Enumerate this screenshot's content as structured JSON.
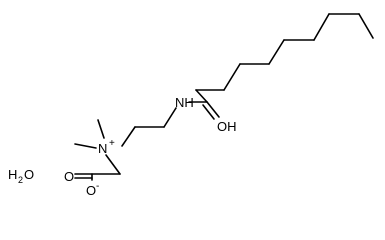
{
  "structure": {
    "water": {
      "symbol": "H",
      "subscript": "2",
      "tail": "O"
    },
    "ammonium": {
      "symbol": "N",
      "charge": "+"
    },
    "amide_nitrogen": {
      "symbol": "N",
      "attached": "H"
    },
    "amide_oxygen": {
      "symbol": "O",
      "attached": "H"
    },
    "carboxylate_oxygen_double": {
      "symbol": "O"
    },
    "carboxylate_oxygen_single": {
      "symbol": "O",
      "charge": "-"
    }
  },
  "colors": {
    "ink": "#000000",
    "background": "#ffffff"
  }
}
